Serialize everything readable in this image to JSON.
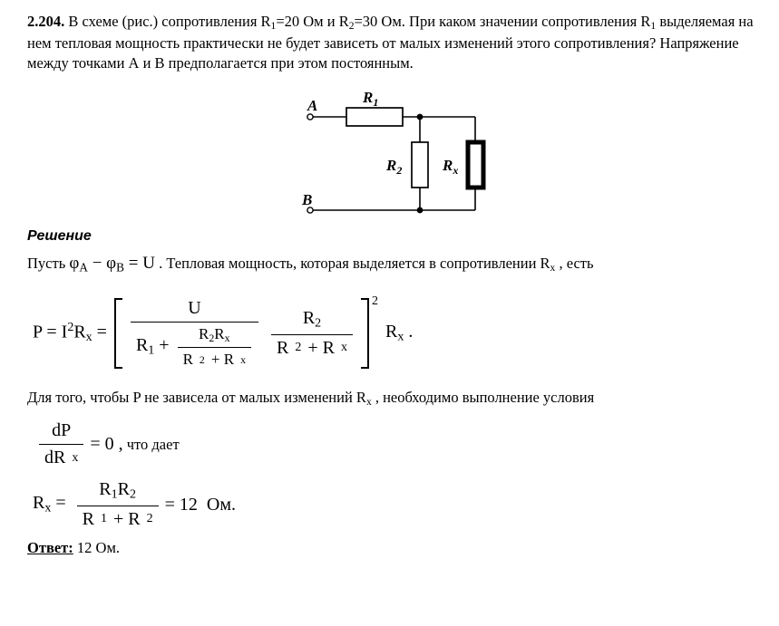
{
  "problem": {
    "number": "2.204.",
    "text": " В схеме (рис.) сопротивления R_1=20 Ом и R_2=30 Ом. При каком значении сопротивления R_1 выделяемая на нем тепловая мощность практически не будет зависеть от малых изменений этого сопротивления? Напряжение между точками А и В предполагается при этом постоянным."
  },
  "circuit": {
    "terminal_a": "A",
    "terminal_b": "B",
    "r1": {
      "base": "R",
      "sub": "1"
    },
    "r2": {
      "base": "R",
      "sub": "2"
    },
    "rx": {
      "base": "R",
      "sub": "x"
    }
  },
  "solution": {
    "heading": "Решение",
    "intro_prefix": "Пусть ",
    "intro_math": "φ_A − φ_B = U",
    "intro_suffix": " . Тепловая мощность, которая выделяется в сопротивлении R_x , есть",
    "condition": "Для того, чтобы P не зависела от малых изменений R_x , необходимо выполнение условия"
  },
  "formula_power": {
    "lhs": "P = I^2R_x = ",
    "outer_num": "U",
    "outer_den_left": "R_1 +",
    "inner_num": "R_2R_x",
    "inner_den": "R_2 + R_x",
    "mult_num": "R_2",
    "mult_den": "R_2 + R_x",
    "exponent": "2",
    "rhs": " R_x ."
  },
  "formula_derivative": {
    "num": "dP",
    "den": "dR_x",
    "eq": "= 0 ,",
    "text": " что дает"
  },
  "formula_result": {
    "lhs": "R_x = ",
    "num": "R_1R_2",
    "den": "R_1 + R_2",
    "eq": "= 12  Ом."
  },
  "answer": {
    "label": "Ответ:",
    "value": " 12 Ом."
  }
}
